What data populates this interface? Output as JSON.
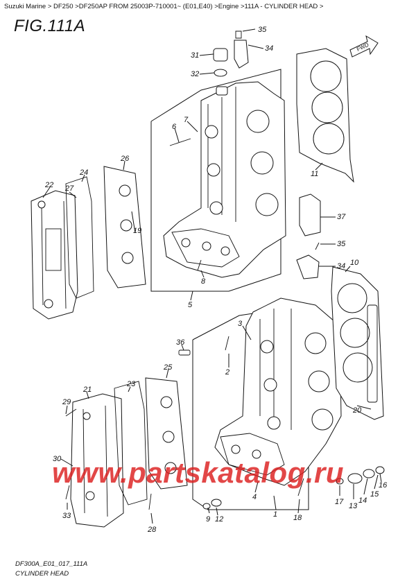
{
  "breadcrumb": "Suzuki Marine > DF250 >DF250AP FROM 25003P-710001~ (E01,E40) >Engine >111A - CYLINDER HEAD >",
  "figure_title": "FIG.111A",
  "fwd_label": "FWD",
  "drawing_code": "DF300A_E01_017_111A",
  "caption": "CYLINDER HEAD",
  "watermark": "www.partskatalog.ru",
  "callouts": [
    "1",
    "2",
    "3",
    "4",
    "5",
    "6",
    "7",
    "8",
    "9",
    "10",
    "11",
    "12",
    "13",
    "14",
    "15",
    "16",
    "17",
    "18",
    "19",
    "20",
    "21",
    "22",
    "23",
    "24",
    "25",
    "26",
    "27",
    "28",
    "29",
    "30",
    "31",
    "32",
    "33",
    "34",
    "35",
    "35",
    "36",
    "37"
  ]
}
